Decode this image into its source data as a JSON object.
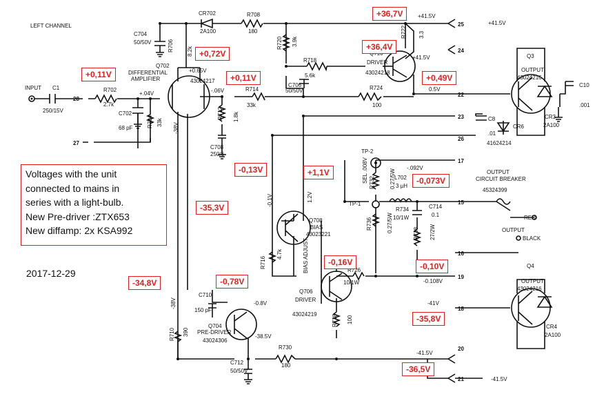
{
  "title": "LEFT CHANNEL",
  "date": "2017-12-29",
  "note": {
    "lines": [
      "Voltages with the unit",
      "connected to mains  in",
      "series with a light-bulb.",
      "New Pre-driver :ZTX653",
      "New diffamp:  2x KSA992"
    ]
  },
  "annotations": [
    {
      "id": "a1",
      "text": "+36,7V"
    },
    {
      "id": "a2",
      "text": "+36,4V"
    },
    {
      "id": "a3",
      "text": "+0,72V"
    },
    {
      "id": "a4",
      "text": "+0,11V"
    },
    {
      "id": "a5",
      "text": "+0,11V"
    },
    {
      "id": "a6",
      "text": "+0,49V"
    },
    {
      "id": "a7",
      "text": "-0,13V"
    },
    {
      "id": "a8",
      "text": "+1,1V"
    },
    {
      "id": "a9",
      "text": "-0,073V"
    },
    {
      "id": "a10",
      "text": "-35,3V"
    },
    {
      "id": "a11",
      "text": "-0,16V"
    },
    {
      "id": "a12",
      "text": "-0,10V"
    },
    {
      "id": "a13",
      "text": "-34,8V"
    },
    {
      "id": "a14",
      "text": "-0,78V"
    },
    {
      "id": "a15",
      "text": "-35,8V"
    },
    {
      "id": "a16",
      "text": "-36,5V"
    }
  ],
  "labels": {
    "input": "INPUT",
    "c1": "C1",
    "c1v": "250/15V",
    "p28": "28",
    "p27": "27",
    "r702": "R702",
    "r702v": "2.7k",
    "c702": "C702",
    "c702v": "68 pF",
    "r704": "R704",
    "r704v": "33k",
    "c704": "C704",
    "c704v": "50/50V",
    "cr702": "CR702",
    "cr702v": "2A100",
    "r708": "R708",
    "r708v": "180",
    "r706": "R706",
    "r706v": "8.2k",
    "q702": "Q702",
    "q702d": "DIFFERENTIAL",
    "q702a": "AMPLIFIER",
    "q702n": "43024217",
    "v065": "+0.65V",
    "v004": "+.04V",
    "v006": "-.06V",
    "m38a": "-38V",
    "r712": "R712",
    "r712v": "1.8k",
    "r714": "R714",
    "r714v": "33k",
    "c708": "C708",
    "c708v": "250/6",
    "r720": "R720",
    "r720v": "3.9k",
    "r718": "R718",
    "r718v": "5.6k",
    "c706": "C706",
    "c706v": "50/50V",
    "r724": "R724",
    "r724v": "100",
    "q710": "Q710",
    "driver": "DRIVER",
    "q710n": "43024218",
    "v415a": "+41.5V",
    "r722": "R722",
    "r722v": "3.3",
    "v05": "0.5V",
    "p25": "25",
    "p24": "24",
    "p22": "22",
    "p23": "23",
    "p26": "26",
    "p17": "17",
    "p15": "15",
    "p16": "16",
    "p19": "19",
    "p18": "18",
    "p20": "20",
    "p21": "21",
    "v415top": "+41.5V",
    "v415r": "+41.5V",
    "q3": "Q3",
    "output": "OUTPUT",
    "q3n": "43024216",
    "cr3": "CR3",
    "cr3v": "2A100",
    "c10": "C10",
    "c10v": ".001",
    "c8": "C8",
    "c8v": ".01",
    "cr6": "CR6",
    "cr6n": "41624214",
    "ocb1": "OUTPUT",
    "ocb2": "CIRCUIT BREAKER",
    "cb": "45324399",
    "red": "RED",
    "out2": "OUTPUT",
    "black": "BLACK",
    "tp2": "TP-2",
    "tp1": "TP-1",
    "sel": "SEL .008V",
    "v092": "-.092V",
    "r732": "R732",
    "r732v": "0.27/5W",
    "l702": "L702",
    "l702v": "3 µH",
    "r734": "R734",
    "r734v": "10/1W",
    "c714": "C714",
    "c714v": "0.1",
    "r736": "R736",
    "r736v": "0.27/5W",
    "r738": "R738",
    "r738v": "27/2W",
    "q708": "Q708",
    "bias": "BIAS",
    "q708n": "43023221",
    "biasadj": "BIAS ADJUST",
    "r716": "R716",
    "r716v": "4.7k",
    "v01": "-0.1V",
    "v12": "1.2V",
    "q706": "Q706",
    "q706n": "43024219",
    "r726": "R726",
    "r726v": "10/1W",
    "v108": "-0.108V",
    "v41": "-41V",
    "q4": "Q4",
    "q4n": "43024216",
    "cr4": "CR4",
    "cr4v": "2A100",
    "r728": "R728",
    "r728v": "100",
    "c710": "C710",
    "c710v": "150 pF",
    "q704": "Q704",
    "predriver": "PRE-DRIVER",
    "q704n": "43024306",
    "v08": "-0.8V",
    "v385": "-38.5V",
    "m38b": "-38V",
    "r710": "R710",
    "r710v": "390",
    "r730": "R730",
    "r730v": "180",
    "c712": "C712",
    "c712v": "50/50V",
    "vm415a": "-41.5V",
    "vm415b": "-41.5V"
  }
}
